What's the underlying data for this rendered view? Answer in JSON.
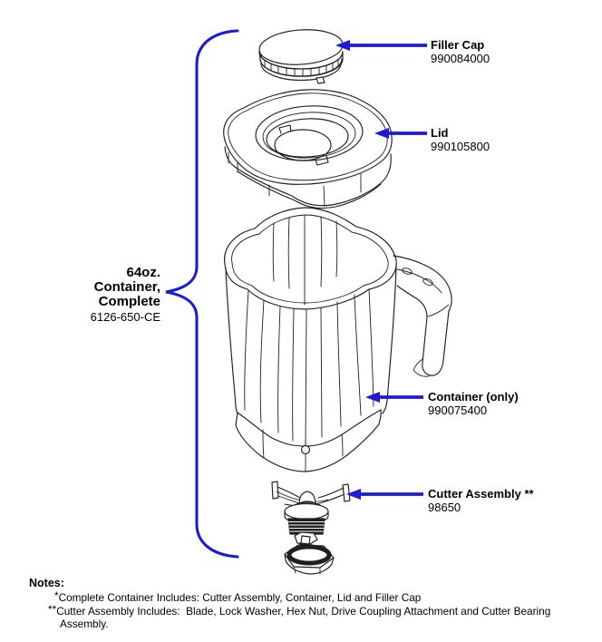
{
  "colors": {
    "background": "#ffffff",
    "accent_blue": "#1c1cd6",
    "line_color": "#1f1f1f"
  },
  "bracket_label": {
    "line1": "64oz.",
    "line2": "Container,",
    "line3": "Complete",
    "part_number": "6126-650-CE"
  },
  "parts": [
    {
      "name": "Filler Cap",
      "part_number": "990084000"
    },
    {
      "name": "Lid",
      "part_number": "990105800"
    },
    {
      "name": "Container (only)",
      "part_number": "990075400"
    },
    {
      "name": "Cutter Assembly **",
      "part_number": "98650"
    }
  ],
  "notes": {
    "heading": "Notes:",
    "note1_marker": "*",
    "note1_text": "Complete Container Includes: Cutter Assembly, Container, Lid and Filler Cap",
    "note2_marker": "**",
    "note2_line1": "Cutter Assembly Includes:  Blade, Lock Washer, Hex Nut, Drive Coupling Attachment and Cutter Bearing",
    "note2_line2": "Assembly."
  }
}
